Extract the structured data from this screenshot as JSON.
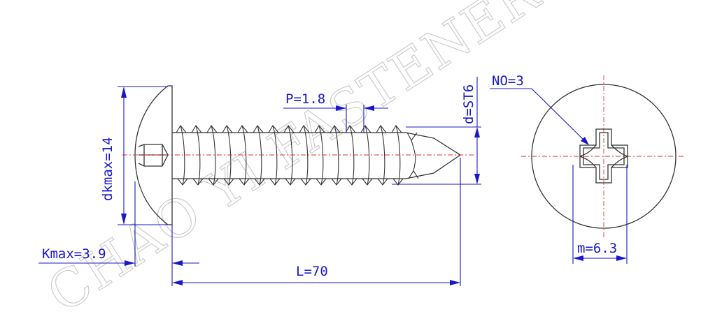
{
  "labels": {
    "dk": "dkmax=14",
    "k": "Kmax=3.9",
    "length": "L=70",
    "pitch": "P=1.8",
    "diameter": "d=ST6",
    "drive": "NO=3",
    "m": "m=6.3"
  },
  "watermark": "CHAO YI FASTENER",
  "colors": {
    "dimension": "#1818c8",
    "outline": "#333333",
    "centerline": "#e03030",
    "watermark": "#c8c8c8"
  },
  "icons": {
    "drive": "phillips-cross-recess-icon"
  }
}
